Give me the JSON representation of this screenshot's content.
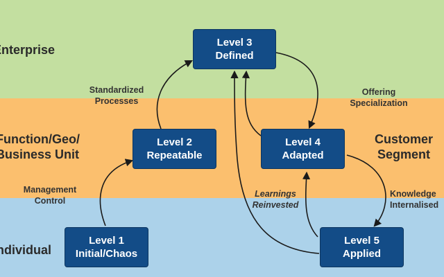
{
  "bands": {
    "enterprise": "Enterprise",
    "unit": [
      "Function/Geo/",
      "Business Unit"
    ],
    "customer": [
      "Customer",
      "Segment"
    ],
    "individual": "Individual"
  },
  "levels": {
    "level1": [
      "Level 1",
      "Initial/Chaos"
    ],
    "level2": [
      "Level 2",
      "Repeatable"
    ],
    "level3": [
      "Level 3",
      "Defined"
    ],
    "level4": [
      "Level 4",
      "Adapted"
    ],
    "level5": [
      "Level 5",
      "Applied"
    ]
  },
  "edge_labels": {
    "management_control": [
      "Management",
      "Control"
    ],
    "standardized_processes": [
      "Standardized",
      "Processes"
    ],
    "offering_specialization": [
      "Offering",
      "Specialization"
    ],
    "learnings_reinvested": [
      "Learnings",
      "Reinvested"
    ],
    "knowledge_internalised": [
      "Knowledge",
      "Internalised"
    ]
  },
  "colors": {
    "enterprise_band": "#c3dfa0",
    "unit_band": "#fbbf6e",
    "individual_band": "#acd2ea",
    "node_fill": "#134c87",
    "arrow": "#1a1a1a"
  }
}
